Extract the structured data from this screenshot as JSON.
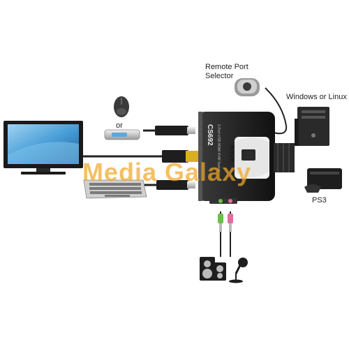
{
  "labels": {
    "remote_port_selector": "Remote Port Selector",
    "operating_systems": "Windows or Linux",
    "or": "or",
    "ps3": "PS3"
  },
  "device": {
    "brand": "ATEN",
    "model": "CS692",
    "tagline": "2-Port USB HDMI KVM Switch"
  },
  "watermark": "Media Galaxy",
  "colors": {
    "monitor_screen": "#4a9fd8",
    "cable_green": "#6dbf4a",
    "cable_pink": "#e46aa0",
    "hdmi_yellow": "#d9b020",
    "watermark": "#f0a82a"
  }
}
